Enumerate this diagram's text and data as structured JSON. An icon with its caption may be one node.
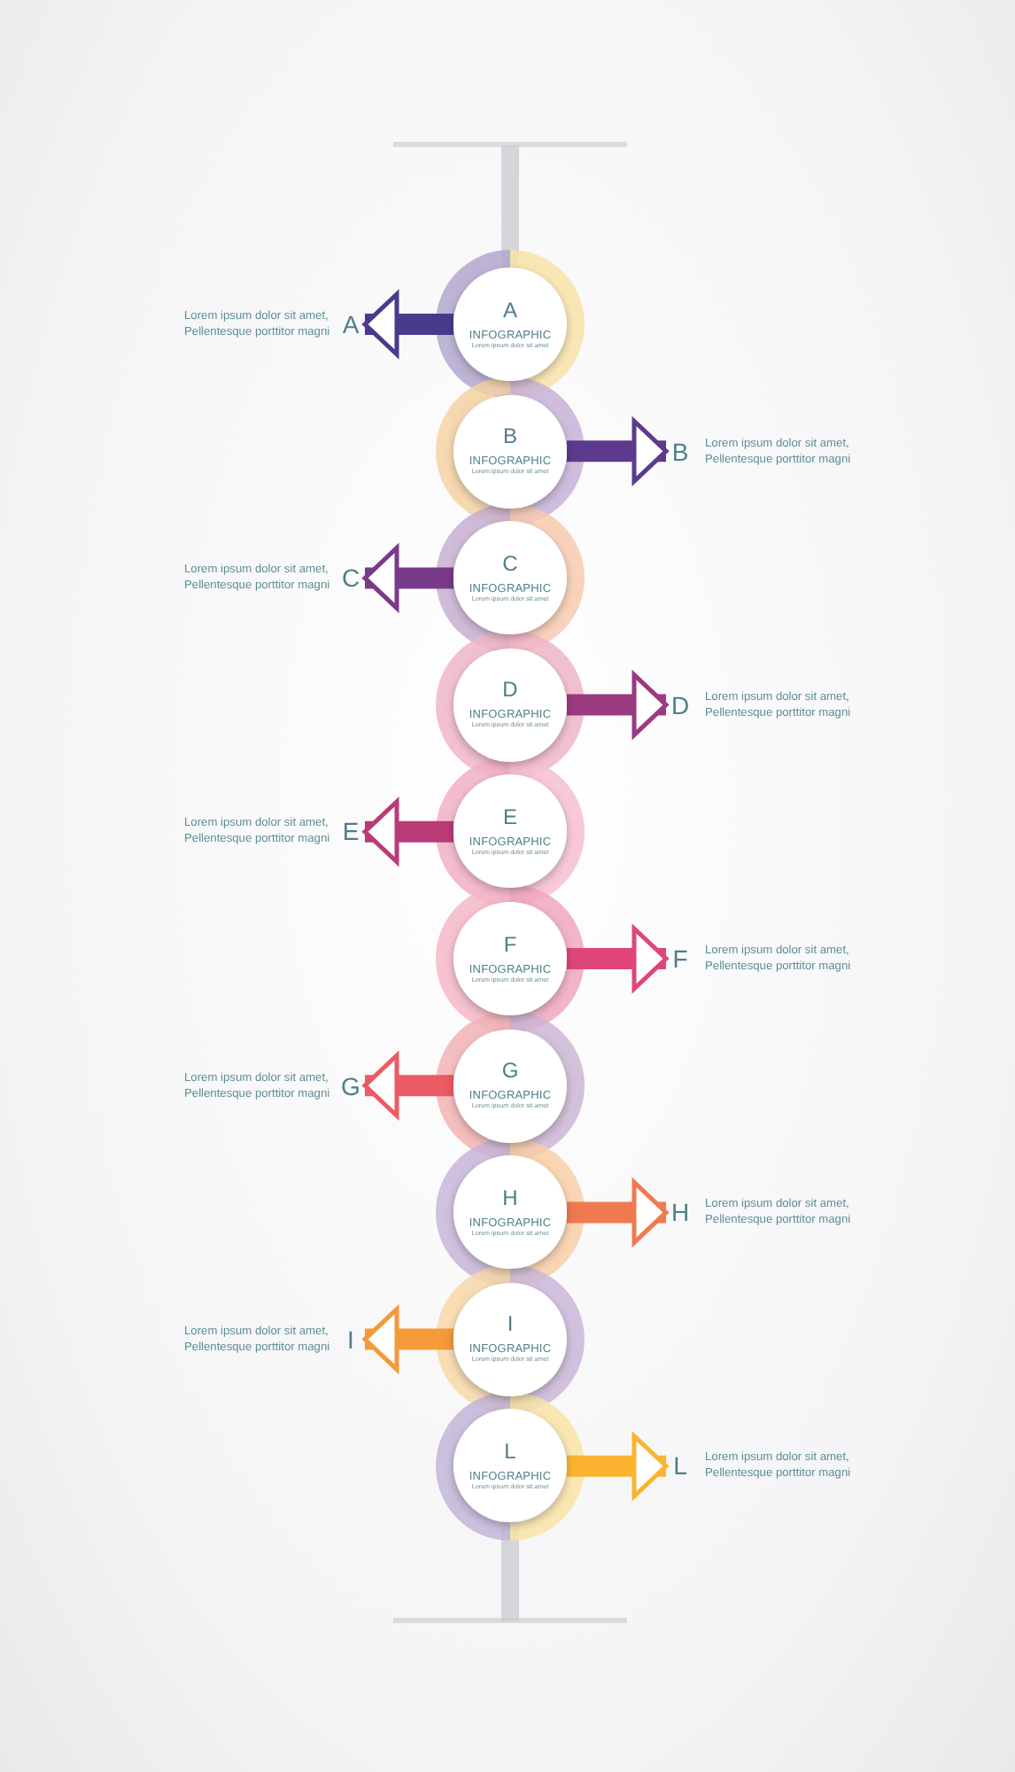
{
  "diagram": {
    "nodes": [
      {
        "text": [
          "A",
          "INFOGRAPHIC",
          "Lorem ipsum dolor sit amet"
        ]
      },
      {
        "text": [
          "Lorem ipsum dolor sit amet, Pellentesque porttitor magni",
          "A"
        ]
      },
      {
        "text": [
          "B",
          "INFOGRAPHIC",
          "Lorem ipsum dolor sit amet"
        ]
      },
      {
        "text": [
          "B",
          "Lorem ipsum dolor sit amet, Pellentesque porttitor magni"
        ]
      },
      {
        "text": [
          "C",
          "INFOGRAPHIC",
          "Lorem ipsum dolor sit amet"
        ]
      },
      {
        "text": [
          "Lorem ipsum dolor sit amet, Pellentesque porttitor magni",
          "C"
        ]
      },
      {
        "text": [
          "D",
          "INFOGRAPHIC",
          "Lorem ipsum dolor sit amet"
        ]
      },
      {
        "text": [
          "D",
          "Lorem ipsum dolor sit amet, Pellentesque porttitor magni"
        ]
      },
      {
        "text": [
          "E",
          "INFOGRAPHIC",
          "Lorem ipsum dolor sit amet"
        ]
      },
      {
        "text": [
          "Lorem ipsum dolor sit amet, Pellentesque porttitor magni",
          "E"
        ]
      },
      {
        "text": [
          "F",
          "INFOGRAPHIC",
          "Lorem ipsum dolor sit amet"
        ]
      },
      {
        "text": [
          "F",
          "Lorem ipsum dolor sit amet, Pellentesque porttitor magni"
        ]
      },
      {
        "text": [
          "G",
          "INFOGRAPHIC",
          "Lorem ipsum dolor sit amet"
        ]
      },
      {
        "text": [
          "Lorem ipsum dolor sit amet, Pellentesque porttitor magni",
          "G"
        ]
      },
      {
        "text": [
          "H",
          "INFOGRAPHIC",
          "Lorem ipsum dolor sit amet"
        ]
      },
      {
        "text": [
          "H",
          "Lorem ipsum dolor sit amet, Pellentesque porttitor magni"
        ]
      },
      {
        "text": [
          "I",
          "INFOGRAPHIC",
          "Lorem ipsum dolor sit amet"
        ]
      },
      {
        "text": [
          "Lorem ipsum dolor sit amet, Pellentesque porttitor magni",
          "I"
        ]
      },
      {
        "text": [
          "L",
          "INFOGRAPHIC",
          "Lorem ipsum dolor sit amet"
        ]
      },
      {
        "text": [
          "L",
          "Lorem ipsum dolor sit amet, Pellentesque porttitor magni"
        ]
      }
    ],
    "edges": [
      {
        "from": 0,
        "to": 1,
        "arrow": "to",
        "color": "#4a3a8e"
      },
      {
        "from": 2,
        "to": 3,
        "arrow": "to",
        "color": "#5c3a8c"
      },
      {
        "from": 4,
        "to": 5,
        "arrow": "to",
        "color": "#7a3a8a"
      },
      {
        "from": 6,
        "to": 7,
        "arrow": "to",
        "color": "#9a3a80"
      },
      {
        "from": 8,
        "to": 9,
        "arrow": "to",
        "color": "#bb3a78"
      },
      {
        "from": 10,
        "to": 11,
        "arrow": "to",
        "color": "#e0457a"
      },
      {
        "from": 12,
        "to": 13,
        "arrow": "to",
        "color": "#ec5a63"
      },
      {
        "from": 14,
        "to": 15,
        "arrow": "to",
        "color": "#f07a50"
      },
      {
        "from": 16,
        "to": 17,
        "arrow": "to",
        "color": "#f49a3a"
      },
      {
        "from": 18,
        "to": 19,
        "arrow": "to",
        "color": "#fbb430"
      }
    ]
  }
}
